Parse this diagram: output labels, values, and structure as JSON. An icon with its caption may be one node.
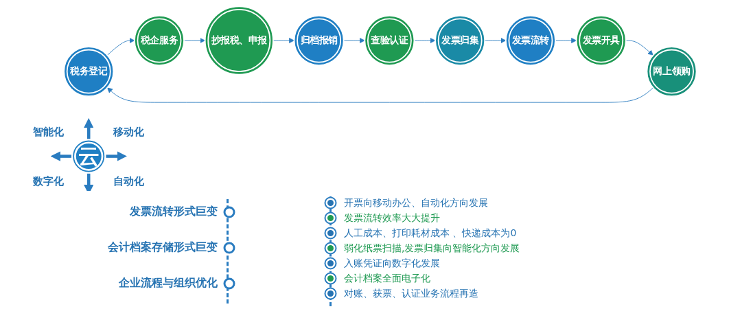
{
  "diagram": {
    "nodes": [
      {
        "text": [
          "税务登记"
        ]
      },
      {
        "text": [
          "税企服务"
        ]
      },
      {
        "text": [
          "抄报税、申报"
        ]
      },
      {
        "text": [
          "归档报销"
        ]
      },
      {
        "text": [
          "查验认证"
        ]
      },
      {
        "text": [
          "发票归集"
        ]
      },
      {
        "text": [
          "发票流转"
        ]
      },
      {
        "text": [
          "发票开具"
        ]
      },
      {
        "text": [
          "网上领购"
        ]
      },
      {
        "text": [
          "云"
        ],
        "beside": [
          "智能化",
          "移动化",
          "数字化",
          "自动化"
        ]
      }
    ],
    "edges": [
      {
        "from": 0,
        "to": 1,
        "arrow": "to"
      },
      {
        "from": 1,
        "to": 2,
        "arrow": "to"
      },
      {
        "from": 2,
        "to": 3,
        "arrow": "to"
      },
      {
        "from": 3,
        "to": 4,
        "arrow": "to"
      },
      {
        "from": 4,
        "to": 5,
        "arrow": "to"
      },
      {
        "from": 5,
        "to": 6,
        "arrow": "to"
      },
      {
        "from": 6,
        "to": 7,
        "arrow": "to"
      },
      {
        "from": 7,
        "to": 8,
        "arrow": "to"
      },
      {
        "from": 8,
        "to": 0,
        "arrow": "to"
      }
    ],
    "labels": [
      "发票流转形式巨变",
      "会计档案存储形式巨变",
      "企业流程与组织优化",
      "开票向移动办公、自动化方向发展",
      "发票流转效率大大提升",
      "人工成本、打印耗材成本 、快递成本为0",
      "弱化纸票扫描,发票归集向智能化方向发展",
      "入账凭证向数字化发展",
      "会计档案全面电子化",
      "对账、获票、认证业务流程再造"
    ]
  }
}
